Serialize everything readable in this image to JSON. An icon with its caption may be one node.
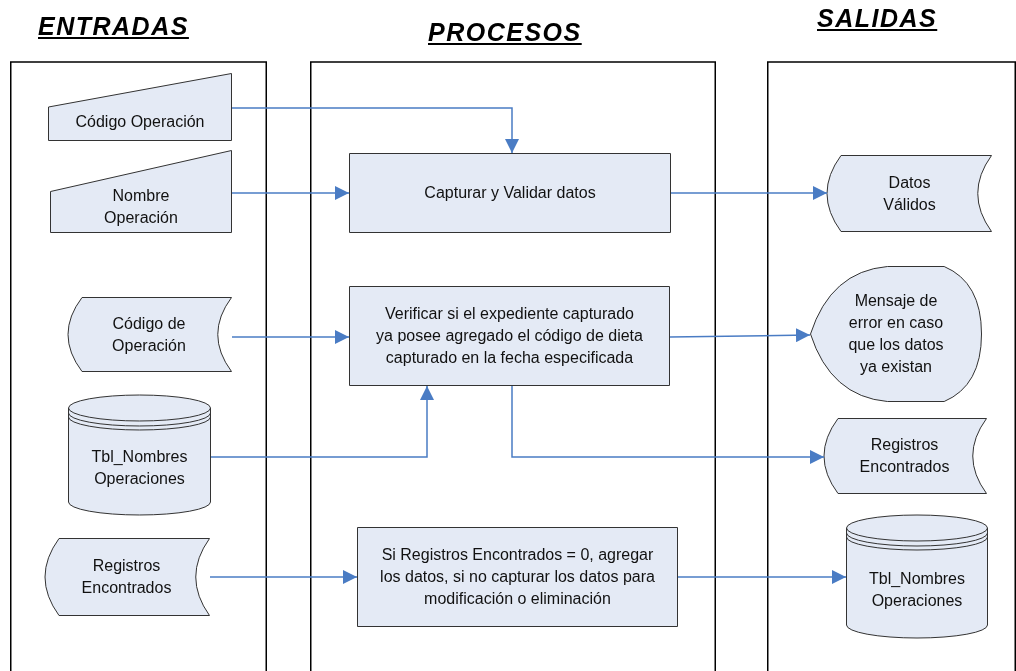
{
  "diagram": {
    "nodes": [
      {
        "text": [
          "ENTRADAS"
        ]
      },
      {
        "text": [
          "Código Operación"
        ],
        "in": 0
      },
      {
        "text": [
          "Nombre Operación"
        ],
        "in": 0
      },
      {
        "text": [
          "Código de Operación"
        ],
        "in": 0
      },
      {
        "text": [
          "Tbl_Nombres Operaciones"
        ],
        "in": 0
      },
      {
        "text": [
          "Registros Encontrados"
        ],
        "in": 0
      },
      {
        "text": [
          "PROCESOS"
        ]
      },
      {
        "text": [
          "Capturar y Validar datos"
        ],
        "in": 6
      },
      {
        "text": [
          "Verificar si el expediente capturado ya posee agregado el código de dieta capturado en la fecha especificada"
        ],
        "in": 6
      },
      {
        "text": [
          "Si Registros Encontrados = 0, agregar los datos, si no capturar los datos para modificación o eliminación"
        ],
        "in": 6
      },
      {
        "text": [
          "SALIDAS"
        ]
      },
      {
        "text": [
          "Datos Válidos"
        ],
        "in": 10
      },
      {
        "text": [
          "Mensaje de error en caso que los datos ya existan"
        ],
        "in": 10
      },
      {
        "text": [
          "Registros Encontrados"
        ],
        "in": 10
      },
      {
        "text": [
          "Tbl_Nombres Operaciones"
        ],
        "in": 10
      }
    ],
    "edges": [
      {
        "from": 1,
        "to": 7,
        "arrow": "to"
      },
      {
        "from": 2,
        "to": 7,
        "arrow": "to"
      },
      {
        "from": 7,
        "to": 11,
        "arrow": "to"
      },
      {
        "from": 3,
        "to": 8,
        "arrow": "to"
      },
      {
        "from": 4,
        "to": 8,
        "arrow": "to"
      },
      {
        "from": 8,
        "to": 12,
        "arrow": "to"
      },
      {
        "from": 8,
        "to": 13,
        "arrow": "to"
      },
      {
        "from": 5,
        "to": 9,
        "arrow": "to"
      },
      {
        "from": 9,
        "to": 14,
        "arrow": "to"
      }
    ]
  }
}
